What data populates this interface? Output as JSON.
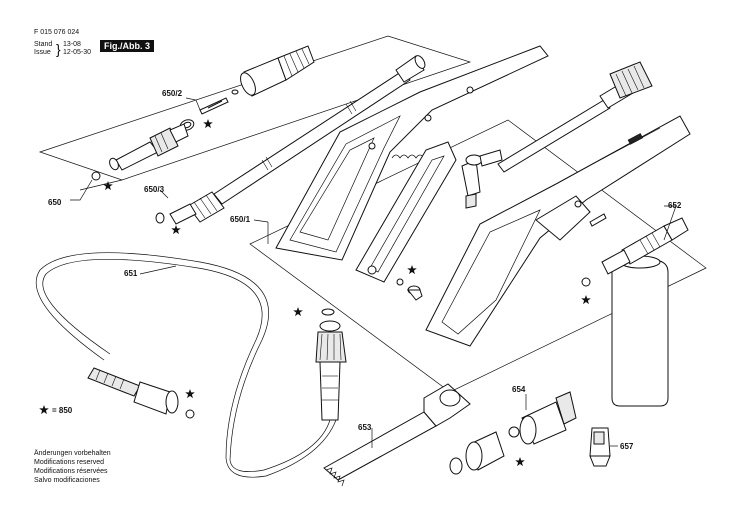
{
  "header": {
    "doc_number": "F 015 076 024",
    "stand_label": "Stand",
    "issue_label": "Issue",
    "stand_value": "13-08",
    "issue_value": "12-05-30",
    "figure_label": "Fig./Abb. 3"
  },
  "callouts": {
    "p650": "650",
    "p650_1": "650/1",
    "p650_2": "650/2",
    "p650_3": "650/3",
    "p651": "651",
    "p652": "652",
    "p653": "653",
    "p654": "654",
    "p657": "657"
  },
  "legend": {
    "star_text": "= 850"
  },
  "footer": {
    "line1": "Änderungen vorbehalten",
    "line2": "Modifications reserved",
    "line3": "Modifications réservées",
    "line4": "Salvo modificaciones"
  }
}
